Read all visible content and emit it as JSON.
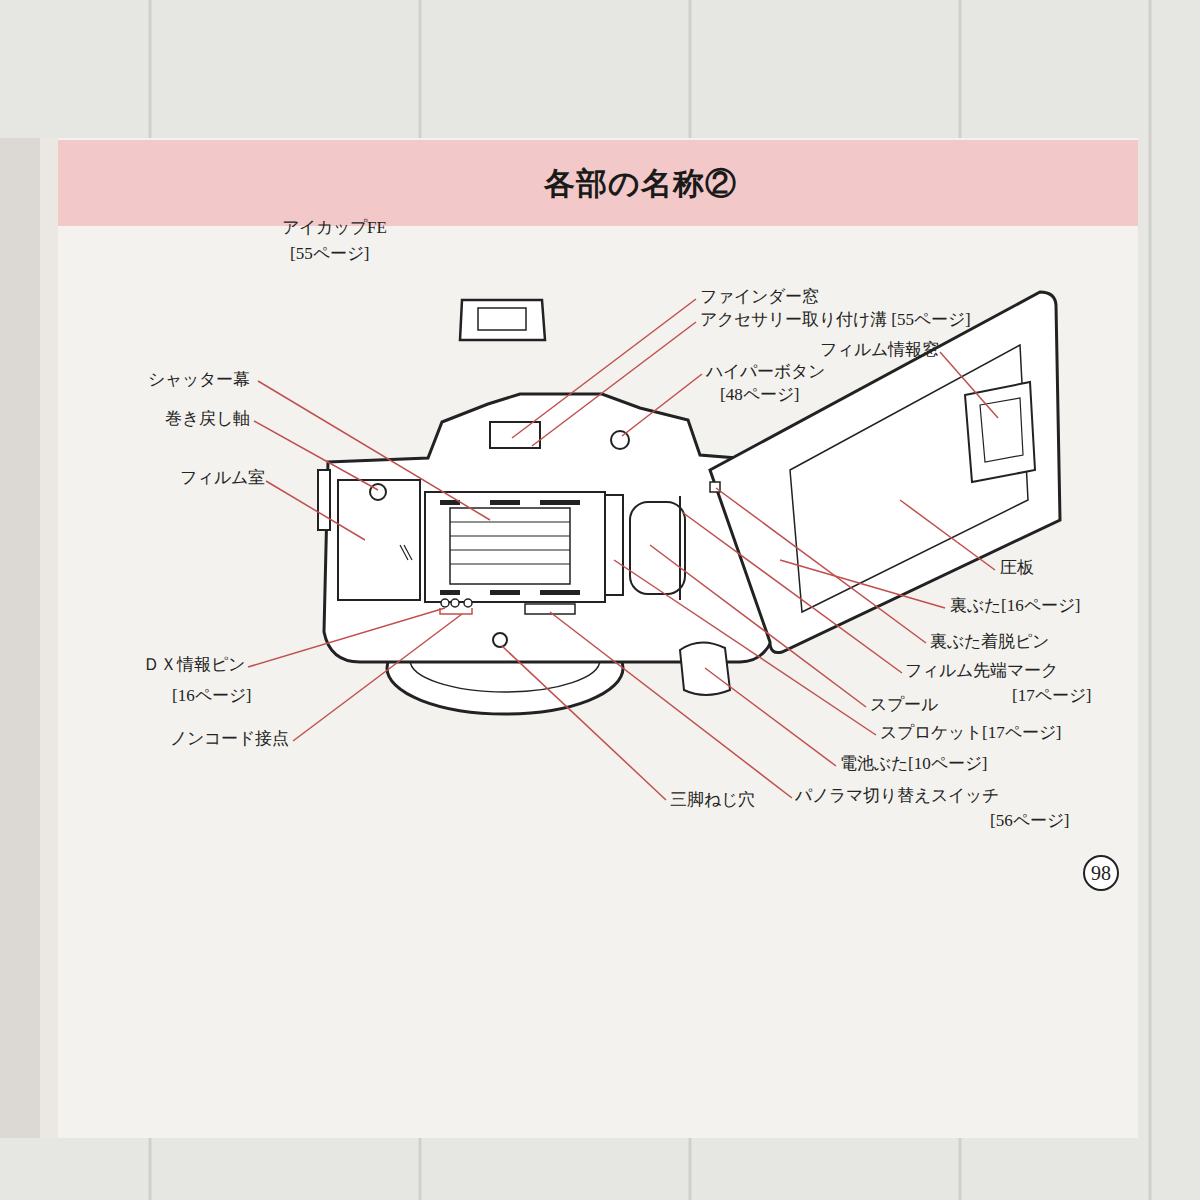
{
  "diagram": {
    "title": "各部の名称②",
    "labels": [
      "アイカップFE",
      "[55ページ]",
      "ファインダー窓",
      "アクセサリー取り付け溝 [55ページ]",
      "フィルム情報窓",
      "ハイパーボタン",
      "[48ページ]",
      "シャッター幕",
      "巻き戻し軸",
      "フィルム室",
      "圧板",
      "裏ぶた[16ページ]",
      "裏ぶた着脱ピン",
      "フィルム先端マーク",
      "[17ページ]",
      "スプール",
      "スプロケット[17ページ]",
      "電池ぶた[10ページ]",
      "ＤＸ情報ピン",
      "[16ページ]",
      "ノンコード接点",
      "三脚ねじ穴",
      "パノラマ切り替えスイッチ",
      "[56ページ]",
      "98"
    ]
  }
}
